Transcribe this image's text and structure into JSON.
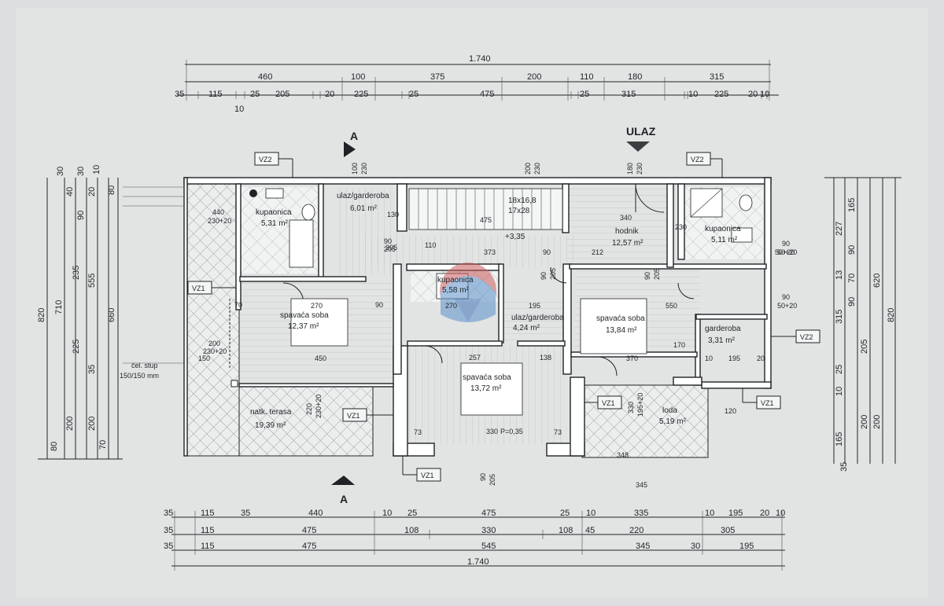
{
  "top_dims": {
    "total": "1.740",
    "row2": [
      "460",
      "100",
      "375",
      "200",
      "110",
      "180",
      "315"
    ],
    "row3": [
      "35",
      "115",
      "25",
      "205",
      "20",
      "225",
      "25",
      "475",
      "25",
      "315",
      "10",
      "225",
      "20",
      "10",
      "10"
    ]
  },
  "bottom_dims": {
    "row1": [
      "35",
      "115",
      "35",
      "440",
      "10",
      "25",
      "475",
      "25",
      "10",
      "335",
      "10",
      "195",
      "20",
      "10"
    ],
    "row2": [
      "35",
      "115",
      "475",
      "108",
      "330",
      "108",
      "45",
      "220",
      "305"
    ],
    "row3": [
      "35",
      "115",
      "475",
      "545",
      "345",
      "30",
      "195"
    ],
    "total": "1.740"
  },
  "left_dims": [
    "820",
    "710",
    "555",
    "660",
    "235",
    "225",
    "200",
    "200",
    "90",
    "35",
    "80",
    "20",
    "30",
    "40",
    "30",
    "10",
    "80",
    "70"
  ],
  "right_dims": [
    "820",
    "620",
    "165",
    "227",
    "90",
    "13",
    "70",
    "90",
    "315",
    "205",
    "200",
    "165",
    "200",
    "25",
    "10",
    "35"
  ],
  "section": {
    "label": "A"
  },
  "entrance": {
    "label": "ULAZ"
  },
  "tags": [
    "VZ2",
    "VZ2",
    "VZ1",
    "VZ1",
    "VZ1",
    "VZ1",
    "VZ2",
    "VZ1"
  ],
  "rooms": [
    {
      "name": "kupaonica",
      "area": "5,31 m²"
    },
    {
      "name": "ulaz/garderoba",
      "area": "6,01 m²"
    },
    {
      "name": "hodnik",
      "area": "12,57 m²"
    },
    {
      "name": "kupaonica",
      "area": "5,11 m²"
    },
    {
      "name": "spavaća soba",
      "area": "12,37 m²"
    },
    {
      "name": "kupaonica",
      "area": "5,58 m²"
    },
    {
      "name": "ulaz/garderoba",
      "area": "4,24 m²"
    },
    {
      "name": "spavaća soba",
      "area": "13,84 m²"
    },
    {
      "name": "garderoba",
      "area": "3,31 m²"
    },
    {
      "name": "spavaća soba",
      "area": "13,72 m²"
    },
    {
      "name": "natk. terasa",
      "area": "19,39 m²"
    },
    {
      "name": "loda",
      "area": "5,19 m²"
    }
  ],
  "stair": {
    "size": "18x16,8",
    "steps": "17x28",
    "level": "+3,35"
  },
  "column": {
    "line1": "čel. stup",
    "line2": "150/150 mm"
  },
  "level_terrace": "P=0,35",
  "interior_dims": [
    "475",
    "340",
    "373",
    "212",
    "270",
    "270",
    "195",
    "550",
    "450",
    "257",
    "138",
    "370",
    "330",
    "345",
    "348",
    "150",
    "200",
    "230+20",
    "70",
    "90",
    "230",
    "130",
    "120",
    "90",
    "205",
    "50+20",
    "170",
    "195",
    "10",
    "20",
    "73",
    "73",
    "110"
  ],
  "opening_labels": [
    "100",
    "230",
    "200",
    "230",
    "180",
    "230",
    "90",
    "205",
    "90",
    "205",
    "90",
    "205",
    "90",
    "205",
    "330",
    "195+20",
    "220",
    "230+20",
    "440",
    "230+20",
    "90",
    "50+20",
    "90",
    "50+20"
  ]
}
